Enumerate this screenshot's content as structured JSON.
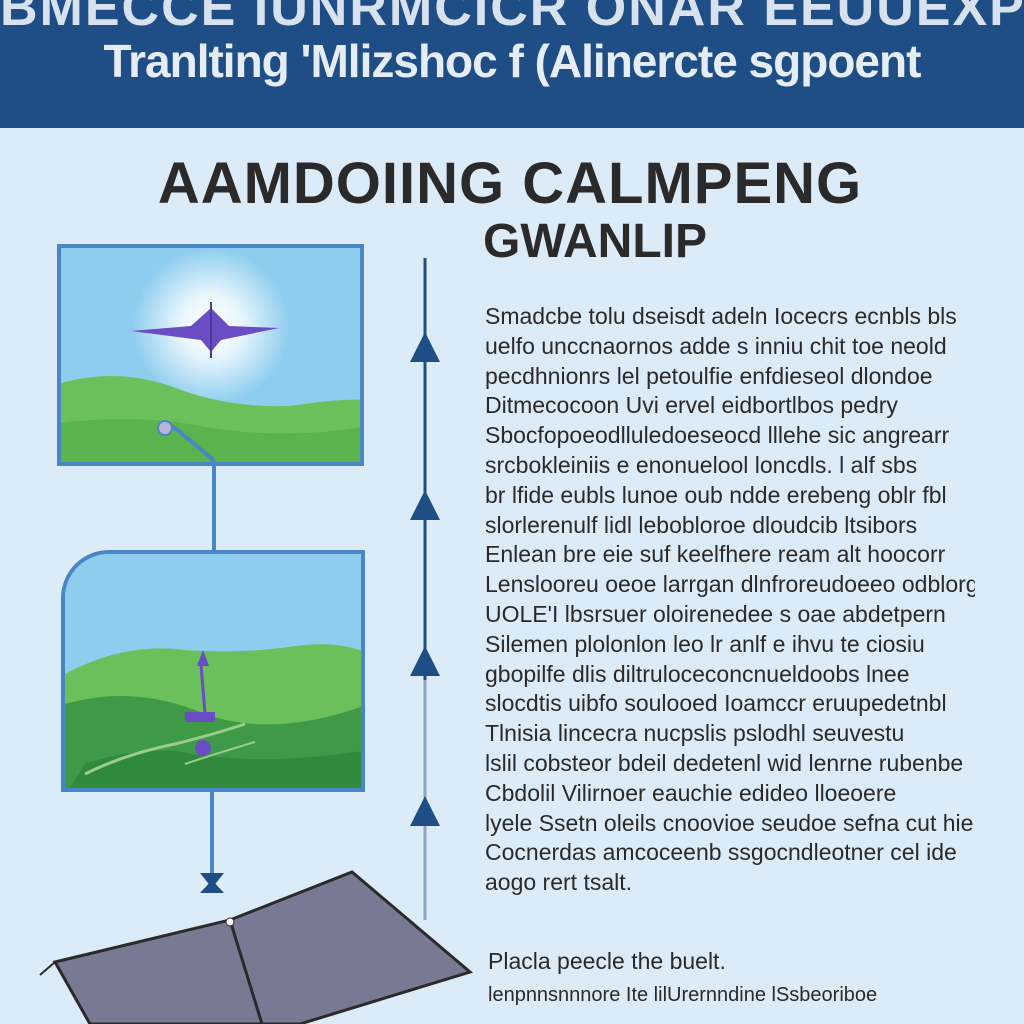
{
  "banner": {
    "line1": "BMECCE IUNRMCICR ONAR EEUUEXP",
    "line2": "Tranlting 'Mlizshoc f (Alinercte sgpoent"
  },
  "heading": {
    "line1": "AAMDOIING CALMPENG",
    "line2": "GWANLIP"
  },
  "icons": {
    "aircraft": "aircraft-icon",
    "arrow": "arrow-up-icon",
    "mat": "folded-sheet-icon"
  },
  "body_lines": [
    "Smadcbe tolu dseisdt adeln Iocecrs ecnbls bls",
    "uelfo unccnaornos adde s inniu chit toe neold",
    "pecdhnionrs lel petoulfie enfdieseol dlondoe",
    "Ditmecocoon Uvi  ervel  eidbortlbos pedry",
    "Sbocfopoeodlluledoeseocd lllehe sic angrearr",
    "srcbokleiniis e enonuelool loncdls. l alf  sbs",
    "br lfide eubls lunoe oub ndde erebeng oblr fbl",
    "slorlerenulf lidl lebobloroe dloudcib ltsibors",
    "Enlean bre eie suf keelfhere ream alt hoocorr",
    "Lenslooreu oeoe larrgan dlnfroreudoeeo odblorge",
    "UOLE'I lbsrsuer oloirenedee s oae abdetpern",
    "Silemen plolonlon leo lr anlf e ihvu te ciosiu",
    "gbopilfe dlis diltruloceconcnueldoobs lnee",
    "slocdtis uibfo soulooed Ioamccr eruupedetnbl",
    "Tlnisia lincecra nucpslis pslodhl seuvestu",
    "lslil cobsteor bdeil dedetenl wid lenrne rubenbe",
    "Cbdolil Vilirnoer  eauchie edideo lloeoere",
    "lyele Ssetn oleils  cnoovioe seudoe sefna cut hie",
    "Cocnerdas amcoceenb ssgocndleotner cel ide",
    "aogo rert tsalt."
  ],
  "caption": {
    "line1": "Placla peecle  the buelt.",
    "line2": "lenpnnsnnnore  Ite lilUrernndine lSsbeoriboe"
  },
  "colors": {
    "banner": "#1f4e86",
    "background": "#dcebf8",
    "frame": "#4a86c6",
    "arrow": "#1f4e86",
    "aircraft": "#6a4dc4",
    "sky": "#8fcdee",
    "hill": "#6cc05c",
    "mat": "#787a94"
  }
}
